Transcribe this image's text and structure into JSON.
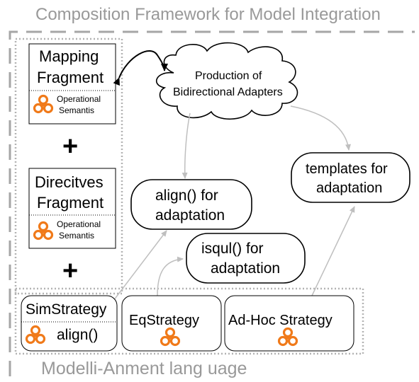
{
  "frame": {
    "title": "Composition Framework for Model Integration",
    "bottom_label": "Modelli-Anment lang  uage"
  },
  "mapping_fragment": {
    "line1": "Mapping",
    "line2": "Fragment",
    "semantics1": "Operational",
    "semantics2": "Semantis",
    "icon": "orange-tri-spiral-icon"
  },
  "directives_fragment": {
    "line1": "Direcitves",
    "line2": "Fragment",
    "semantics1": "Operational",
    "semantics2": "Semantis",
    "icon": "orange-tri-spiral-icon"
  },
  "plus_1": "+",
  "plus_2": "+",
  "cloud": {
    "line1": "Production of",
    "line2": "Bidirectional Adapters"
  },
  "align_box": {
    "line1": "align() for",
    "line2": "adaptation"
  },
  "isequal_box": {
    "line1": "isqul() for",
    "line2": "adaptation"
  },
  "templates_box": {
    "line1": "templates for",
    "line2": "adaptation"
  },
  "strategies": {
    "sim": {
      "label": "SimStrategy",
      "method": "align()"
    },
    "eq": {
      "label": "EqStrategy"
    },
    "adhoc": {
      "label": "Ad-Hoc Strategy"
    }
  },
  "colors": {
    "frame": "#a6a6a6",
    "arrow": "#bfbfbf",
    "icon": "#f07a1a",
    "frame_text": "#999999"
  }
}
